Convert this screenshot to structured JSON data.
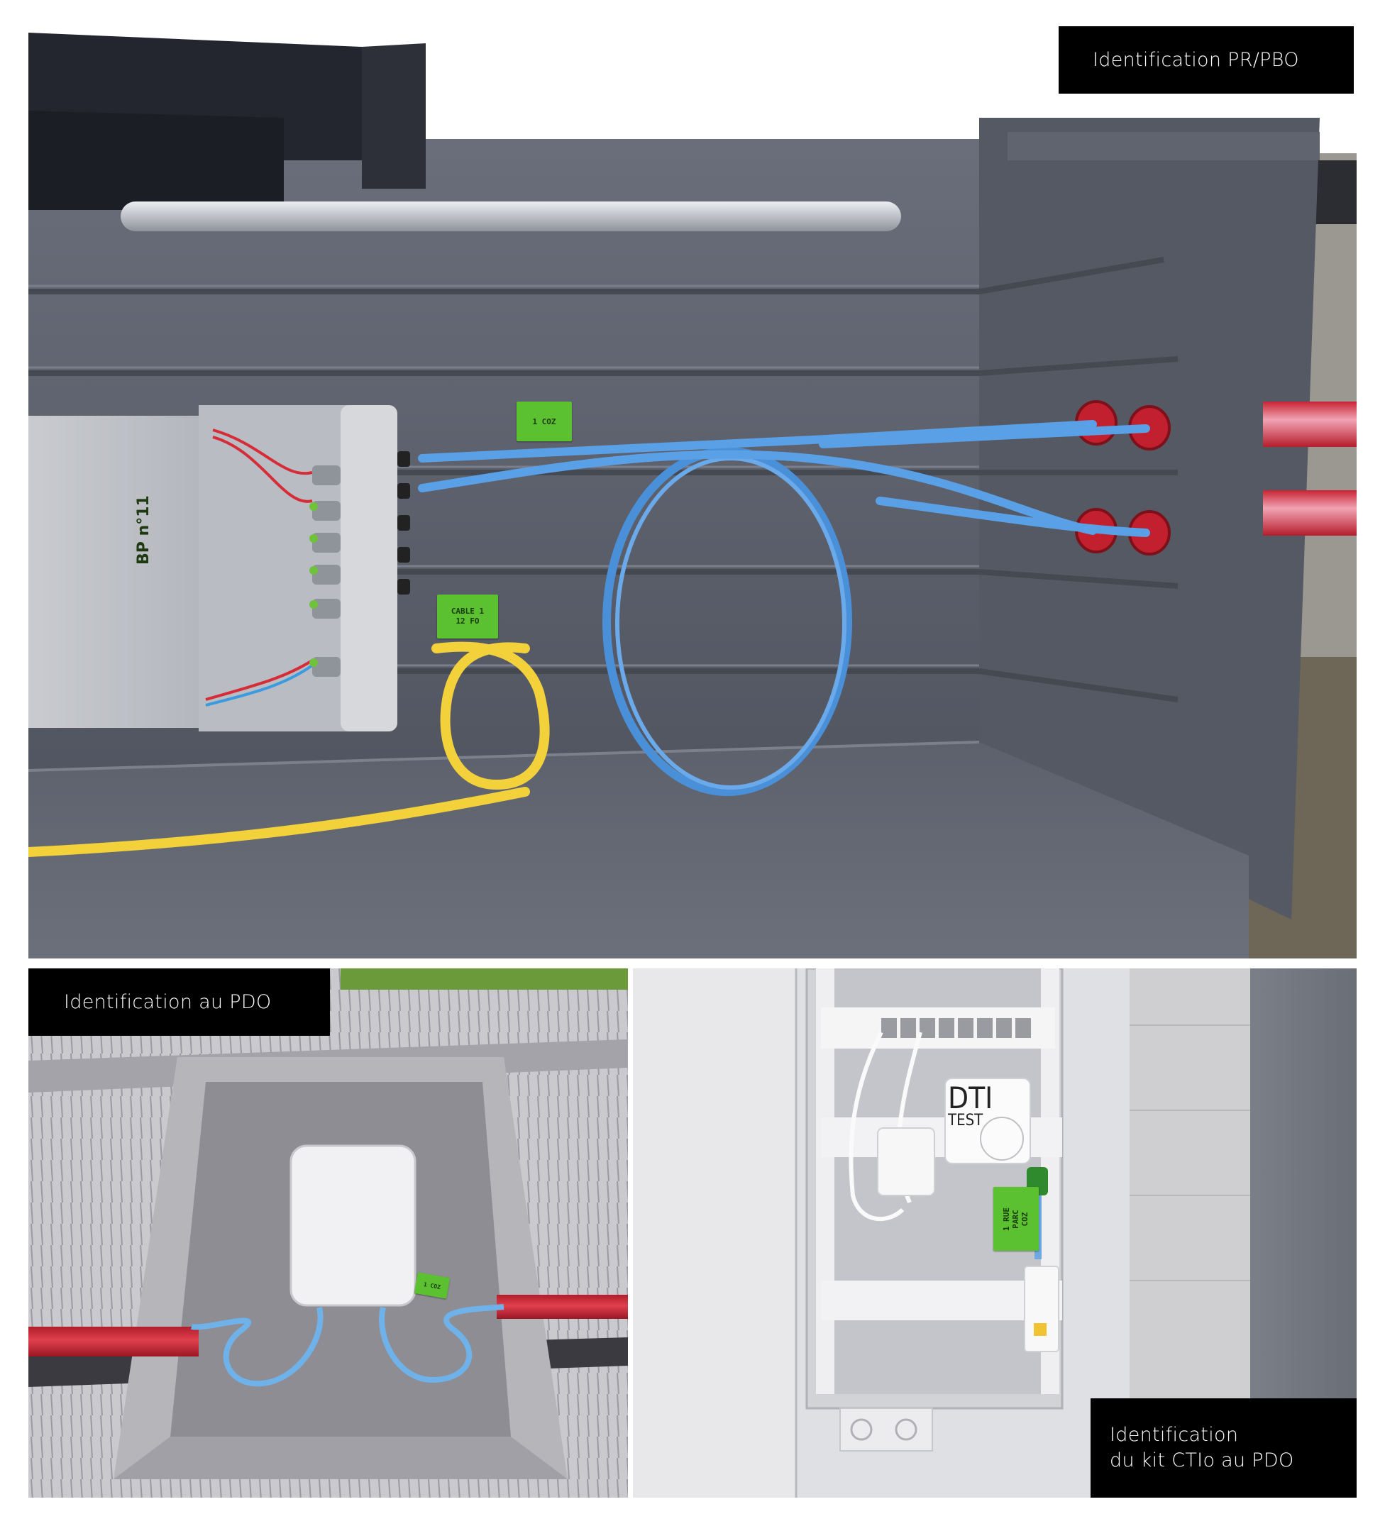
{
  "panels": {
    "top": {
      "label": "Identification PR/PBO",
      "scene": "underground chamber with splice box and fiber cables",
      "box_label": "BP n°11",
      "tags": [
        {
          "text": "1 COZ"
        },
        {
          "line1": "CABLE 1",
          "line2": "12 FO"
        }
      ]
    },
    "bottom_left": {
      "label": "Identification au PDO",
      "scene": "concrete pit with optical outlet box and blue fiber loops",
      "tag": "1 COZ"
    },
    "bottom_right": {
      "label_line1": "Identification",
      "label_line2": "du kit CTIo au PDO",
      "scene": "communication cabinet with DTI test module",
      "dti_line1": "DTI",
      "dti_line2": "TEST",
      "tag_lines": [
        "1 RUE",
        "PARC",
        "COZ"
      ]
    }
  },
  "colors": {
    "label_bg": "#000000",
    "label_text": "#ffffff",
    "chamber_gray": "#5b5f6b",
    "fiber_blue": "#4a90d9",
    "fiber_yellow": "#f2d13a",
    "duct_red": "#d8313f",
    "tag_green": "#5cc130"
  }
}
